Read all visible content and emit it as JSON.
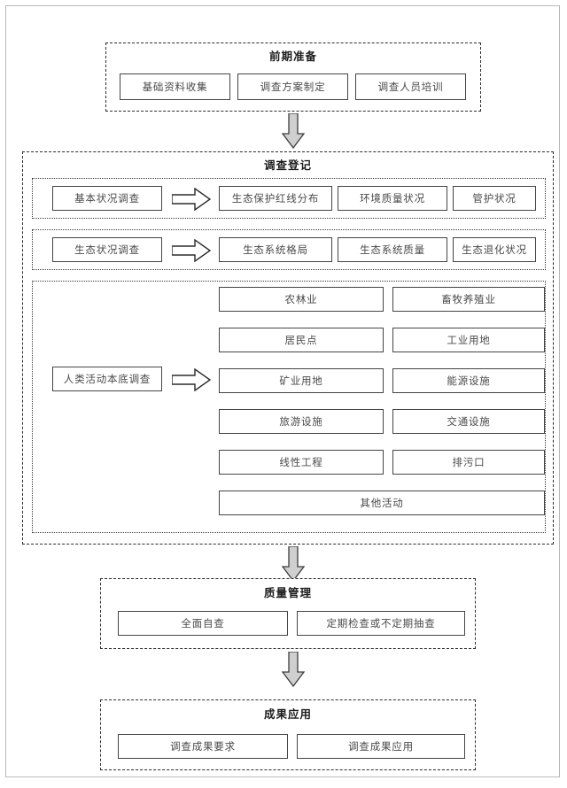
{
  "diagram": {
    "title_implicit": "",
    "stages": [
      {
        "id": "prep",
        "title": "前期准备",
        "nodes": [
          "基础资料收集",
          "调查方案制定",
          "调查人员培训"
        ]
      },
      {
        "id": "registration",
        "title": "调查登记",
        "groups": [
          {
            "id": "basic",
            "source": "基本状况调查",
            "items": [
              "生态保护红线分布",
              "环境质量状况",
              "管护状况"
            ]
          },
          {
            "id": "eco",
            "source": "生态状况调查",
            "items": [
              "生态系统格局",
              "生态系统质量",
              "生态退化状况"
            ]
          },
          {
            "id": "human",
            "source": "人类活动本底调查",
            "items": [
              "农林业",
              "畜牧养殖业",
              "居民点",
              "工业用地",
              "矿业用地",
              "能源设施",
              "旅游设施",
              "交通设施",
              "线性工程",
              "排污口"
            ],
            "full_width_item": "其他活动"
          }
        ]
      },
      {
        "id": "quality",
        "title": "质量管理",
        "nodes": [
          "全面自查",
          "定期检查或不定期抽查"
        ]
      },
      {
        "id": "results",
        "title": "成果应用",
        "nodes": [
          "调查成果要求",
          "调查成果应用"
        ]
      }
    ],
    "arrows": {
      "vertical_icon": "down-block-arrow",
      "horizontal_icon": "right-block-arrow",
      "vertical_count": 3,
      "horizontal_count": 3
    },
    "colors": {
      "arrow_fill": "#cfcfcf",
      "arrow_stroke": "#3c3c3c",
      "node_border": "#444444",
      "stage_border": "#2b2b2b",
      "text": "#4a4a4a"
    }
  }
}
